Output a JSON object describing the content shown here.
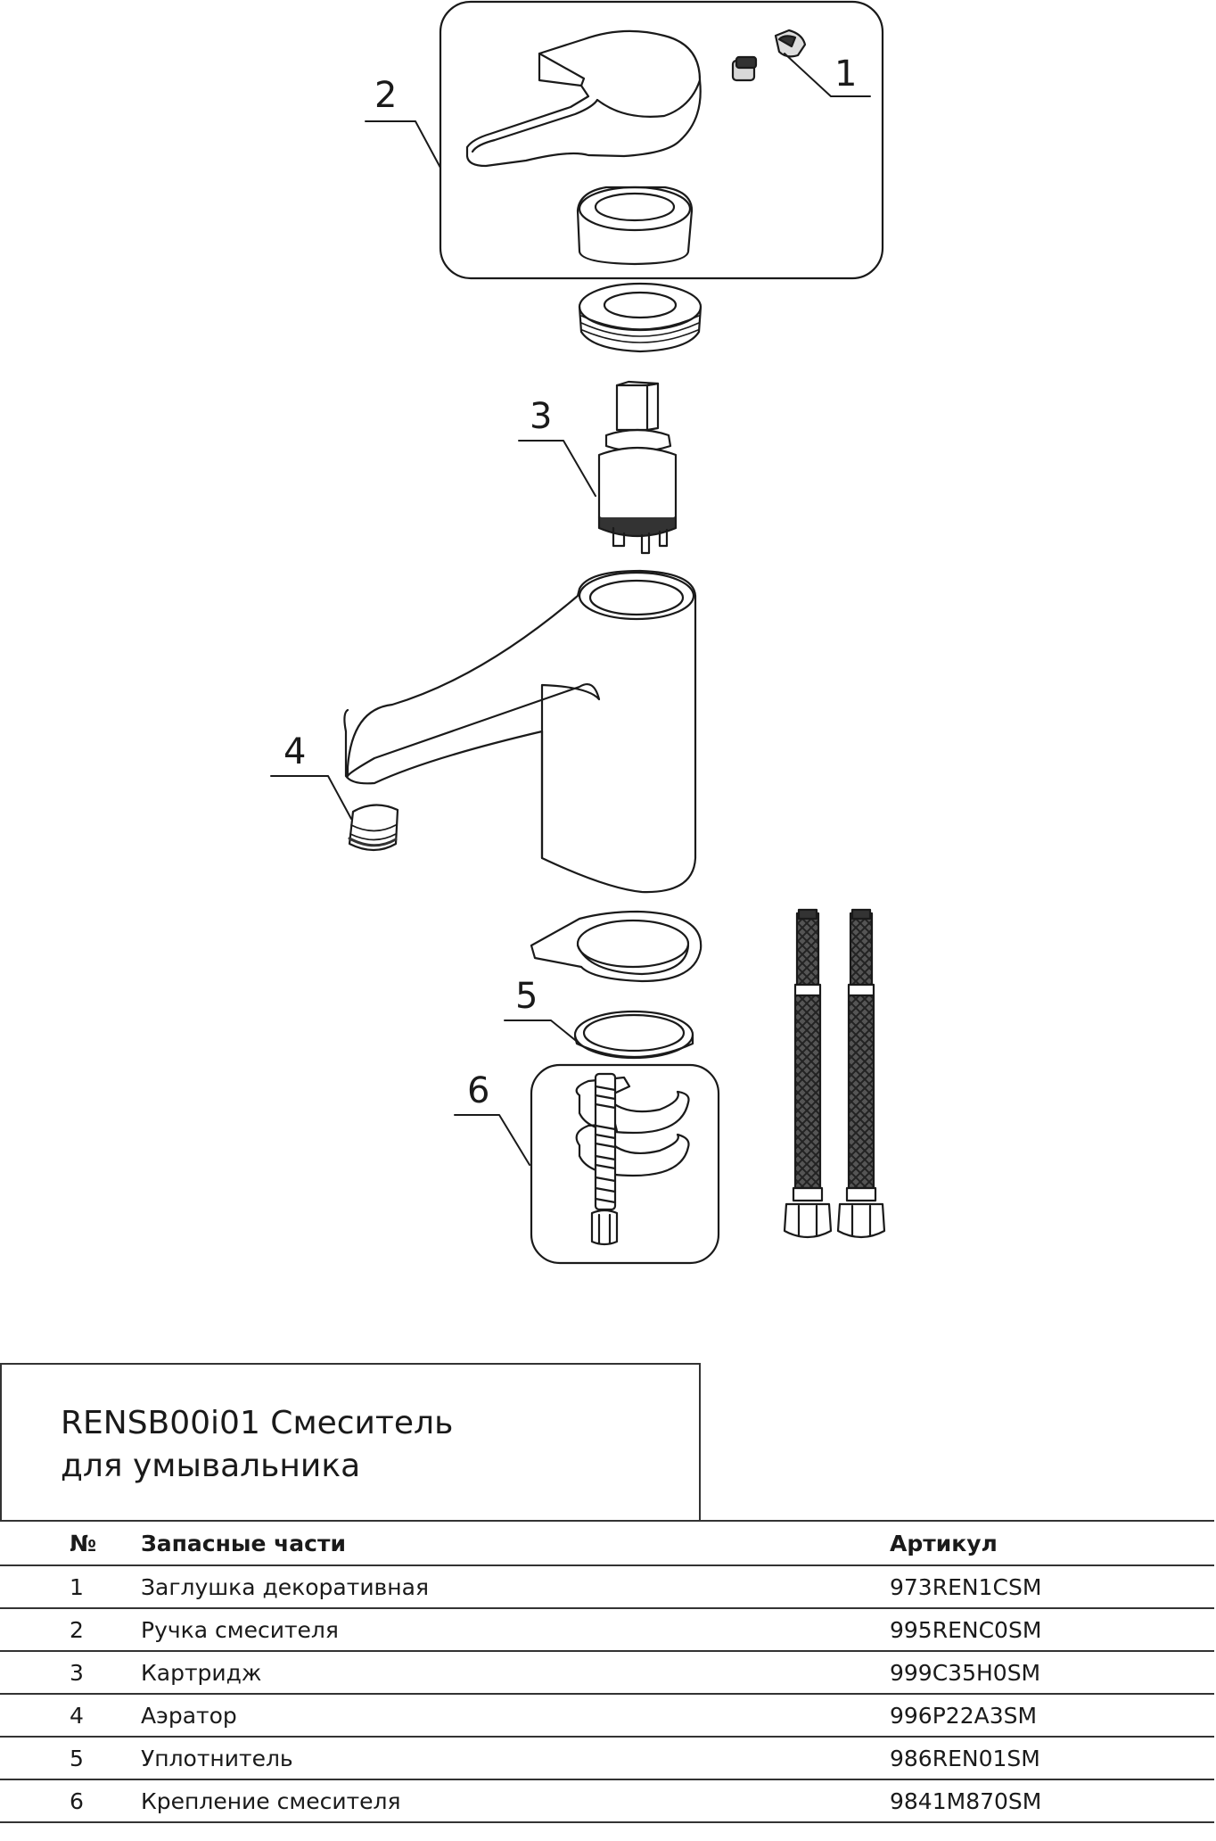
{
  "callouts": [
    "1",
    "2",
    "3",
    "4",
    "5",
    "6"
  ],
  "title": {
    "line1": "RENSB00i01 Смеситель",
    "line2": "для умывальника"
  },
  "table": {
    "headers": [
      "№",
      "Запасные части",
      "Артикул"
    ],
    "rows": [
      {
        "no": "1",
        "name": "Заглушка декоративная",
        "article": "973REN1CSM"
      },
      {
        "no": "2",
        "name": "Ручка смесителя",
        "article": "995RENC0SM"
      },
      {
        "no": "3",
        "name": "Картридж",
        "article": "999C35H0SM"
      },
      {
        "no": "4",
        "name": "Аэратор",
        "article": "996P22A3SM"
      },
      {
        "no": "5",
        "name": "Уплотнитель",
        "article": "986REN01SM"
      },
      {
        "no": "6",
        "name": "Крепление смесителя",
        "article": "9841M870SM"
      }
    ]
  }
}
